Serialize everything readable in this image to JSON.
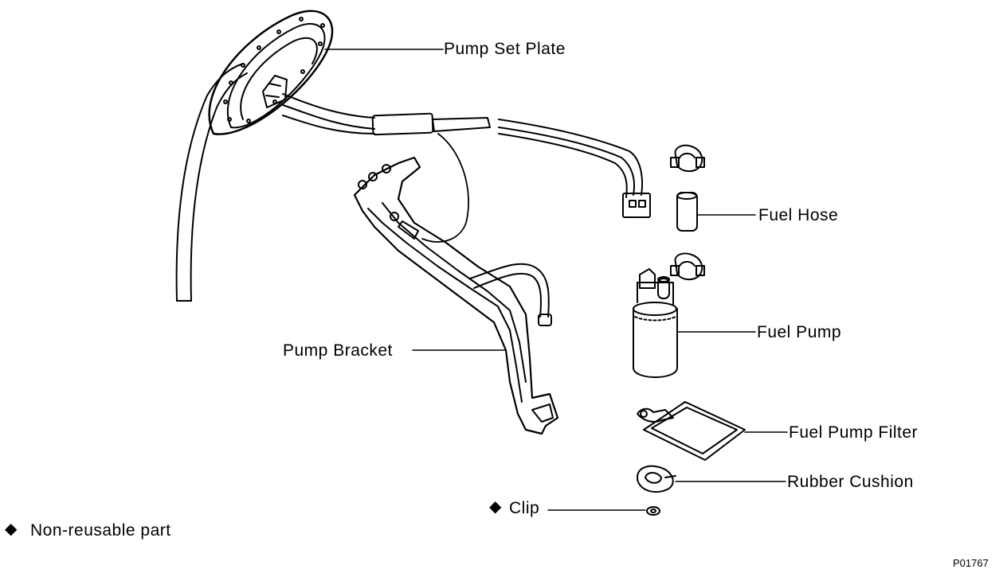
{
  "labels": {
    "pump_set_plate": "Pump Set Plate",
    "fuel_hose": "Fuel Hose",
    "fuel_pump": "Fuel Pump",
    "pump_bracket": "Pump Bracket",
    "fuel_pump_filter": "Fuel Pump Filter",
    "rubber_cushion": "Rubber Cushion",
    "clip": "Clip"
  },
  "legend": {
    "marker": "◆",
    "text": "Non-reusable part"
  },
  "figure_code": "P01767"
}
